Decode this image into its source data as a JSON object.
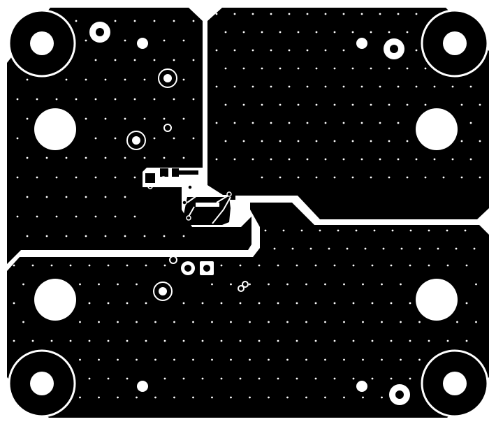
{
  "board": {
    "title": "",
    "layer": "",
    "colors": {
      "background": "#ffffff",
      "copper_pour": "#000000",
      "clearance": "#ffffff"
    }
  },
  "features": {
    "pour_regions": [
      "top-left",
      "top-right",
      "bottom",
      "center-island"
    ],
    "corner_mounting_holes": [
      "top-left",
      "top-right",
      "bottom-left",
      "bottom-right"
    ],
    "large_holes": [
      "left-upper",
      "left-lower",
      "right-upper",
      "right-lower"
    ],
    "stitching_vias": true,
    "signal_vias": true,
    "smd_pads": true
  }
}
